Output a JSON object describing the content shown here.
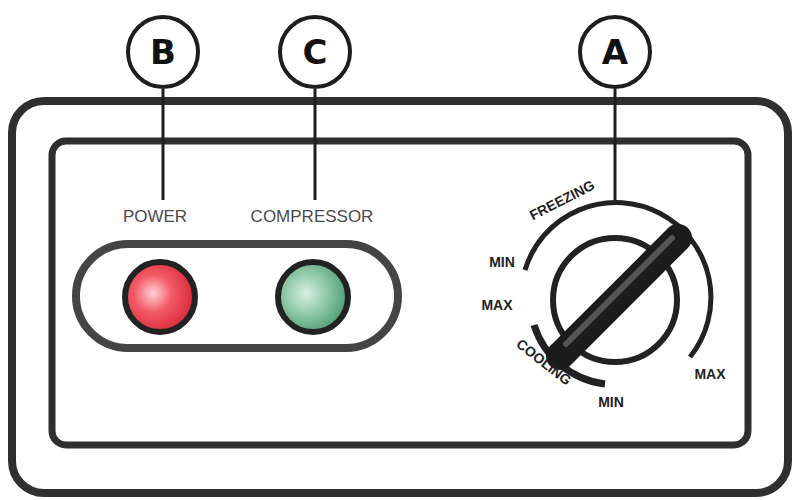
{
  "diagram": {
    "nodes": [
      {
        "text": [
          "B"
        ]
      },
      {
        "text": [
          "C"
        ]
      },
      {
        "text": [
          "A"
        ]
      }
    ],
    "labels": [
      "POWER",
      "COMPRESSOR",
      "FREEZING",
      "MIN",
      "MAX",
      "COOLING",
      "MIN",
      "MAX"
    ]
  }
}
